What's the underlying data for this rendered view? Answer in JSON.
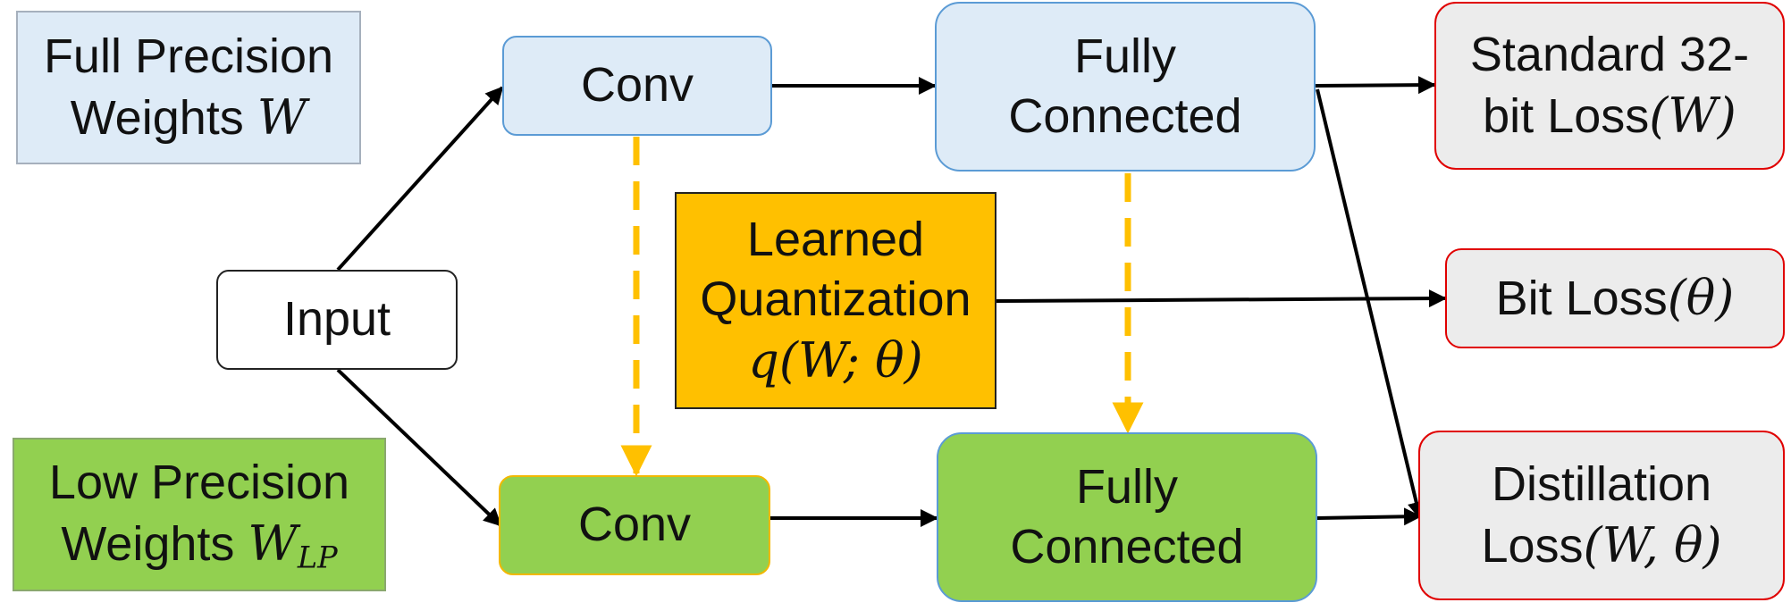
{
  "legend": {
    "full_precision": {
      "line1": "Full Precision",
      "line2_text": "Weights ",
      "line2_math": "W"
    },
    "low_precision": {
      "line1": "Low Precision",
      "line2_text": "Weights ",
      "line2_math": "W",
      "line2_sub": "LP"
    }
  },
  "nodes": {
    "input": "Input",
    "conv_top": "Conv",
    "conv_bottom": "Conv",
    "fc_top": {
      "line1": "Fully",
      "line2": "Connected"
    },
    "fc_bottom": {
      "line1": "Fully",
      "line2": "Connected"
    },
    "quantization": {
      "line1": "Learned",
      "line2": "Quantization",
      "formula_fn": "q",
      "formula_args": "(W; θ)"
    }
  },
  "losses": {
    "standard": {
      "line1": "Standard 32-",
      "line2_text": "bit Loss",
      "line2_math": "(W)"
    },
    "bit": {
      "text": "Bit Loss",
      "math": "(θ)"
    },
    "distillation": {
      "line1": "Distillation",
      "line2_text": "Loss",
      "line2_math": "(W, θ)"
    }
  },
  "colors": {
    "full_precision_fill": "#deebf7",
    "low_precision_fill": "#92d050",
    "quantization_fill": "#ffc000",
    "loss_fill": "#ececec",
    "loss_border": "#e00000",
    "dashed_arrow": "#ffc000",
    "arrow": "#000000"
  }
}
